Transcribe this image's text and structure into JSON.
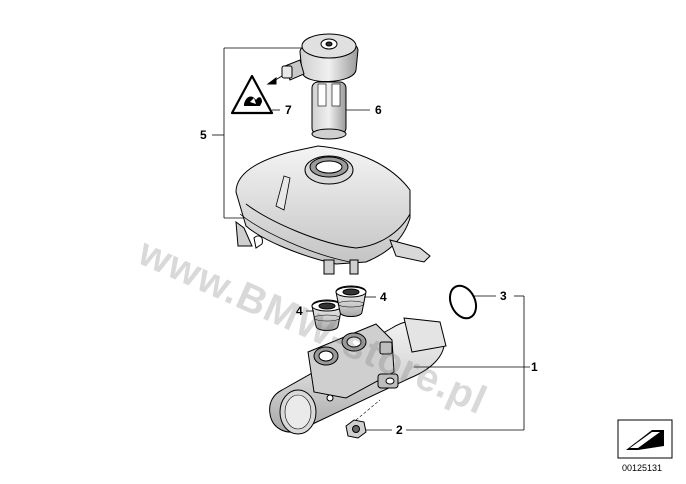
{
  "callouts": {
    "c1": "1",
    "c2": "2",
    "c3": "3",
    "c4a": "4",
    "c4b": "4",
    "c5": "5",
    "c6": "6",
    "c7": "7"
  },
  "watermark": "www.BMW-store.pl",
  "diagram_id": "00125131",
  "colors": {
    "line": "#000000",
    "fill_light": "#e6e6e6",
    "fill_mid": "#cfcfcf",
    "fill_dark": "#8f8f8f"
  }
}
